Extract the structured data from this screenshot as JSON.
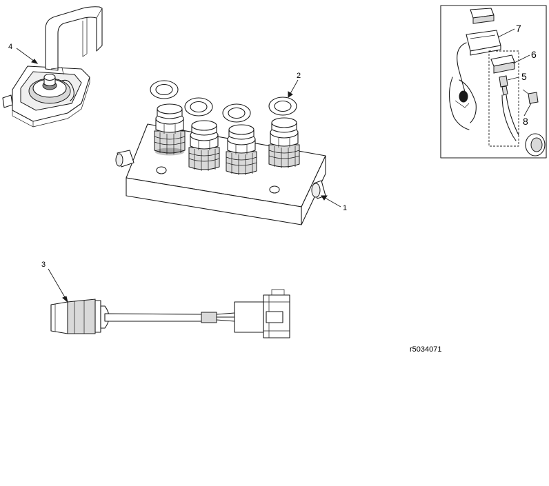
{
  "figure": {
    "id": "r5034071",
    "callouts": {
      "c1": "1",
      "c2": "2",
      "c3": "3",
      "c4": "4",
      "c5": "5",
      "c6": "6",
      "c7": "7",
      "c8": "8"
    }
  },
  "colors": {
    "line": "#1a1a1a",
    "fill_light": "#efefef",
    "fill_mid": "#d9d9d9",
    "fill_dark": "#8a8a8a"
  }
}
